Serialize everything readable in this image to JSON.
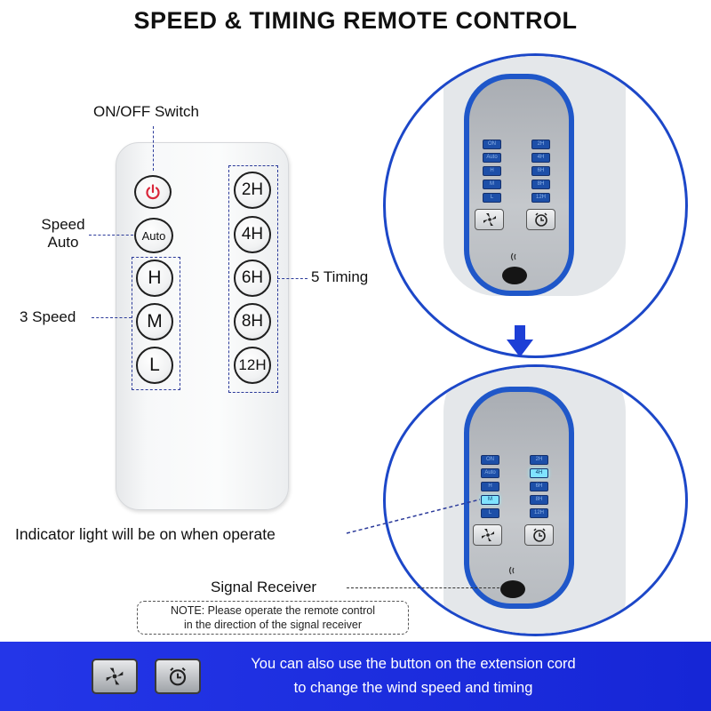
{
  "title": "SPEED & TIMING REMOTE CONTROL",
  "labels": {
    "onoff": "ON/OFF Switch",
    "speed_auto_line1": "Speed",
    "speed_auto_line2": "Auto",
    "three_speed": "3 Speed",
    "five_timing": "5 Timing",
    "indicator": "Indicator light will be on when operate",
    "signal_receiver": "Signal Receiver"
  },
  "remote": {
    "auto_label": "Auto",
    "speed_buttons": [
      "H",
      "M",
      "L"
    ],
    "timer_buttons": [
      "2H",
      "4H",
      "6H",
      "8H",
      "12H"
    ]
  },
  "panel": {
    "left_indicators": [
      "ON",
      "Auto",
      "H",
      "M",
      "L"
    ],
    "right_indicators": [
      "2H",
      "4H",
      "6H",
      "8H",
      "12H"
    ],
    "active_left": "M",
    "active_right": "4H"
  },
  "note": {
    "line1": "NOTE: Please operate the remote control",
    "line2": "in the direction of the signal receiver"
  },
  "banner": {
    "line1": "You can also use the button on the extension cord",
    "line2": "to change the wind speed and timing"
  },
  "colors": {
    "accent_blue": "#1f57c9",
    "banner_blue": "#1f30e0",
    "power_red": "#d9263a",
    "dash_line": "#2b3a9a"
  },
  "icons": [
    "power-icon",
    "fan-icon",
    "clock-icon",
    "signal-wave-icon",
    "down-arrow-icon"
  ]
}
